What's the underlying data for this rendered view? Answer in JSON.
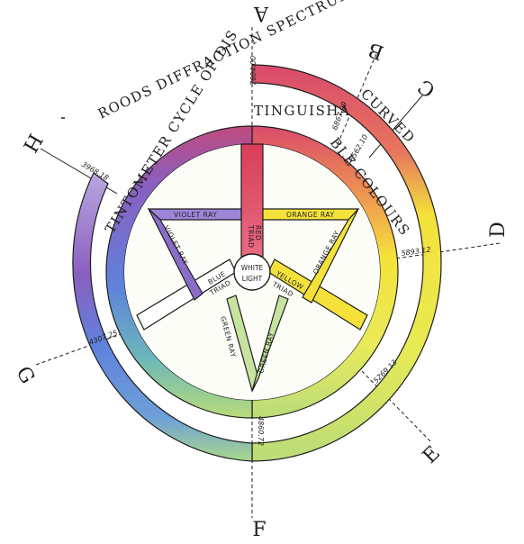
{
  "diagram": {
    "arc_title": "ROODS DIFFRACTION SPECTRUM",
    "arc_curved": "CURVED",
    "cycle_title_left": "TINTOMETER CYCLE OF DIS",
    "cycle_title_mid": "TINGUISHA",
    "cycle_title_right": "BLE COLOURS",
    "center_label_1": "WHITE",
    "center_label_2": "LIGHT",
    "rays": {
      "violet": "VIOLET RAY",
      "violet_diag": "VIOLET RAY",
      "orange": "ORANGE RAY",
      "orange_diag": "ORANGE RAY",
      "green_left": "GREEN RAY",
      "green_right": "GREEN RAY"
    },
    "triads": {
      "red_1": "RED",
      "red_2": "TRIAD",
      "blue_1": "BLUE",
      "blue_2": "TRIAD",
      "yellow_1": "YELLOW",
      "yellow_2": "TRIAD"
    },
    "letters": {
      "A": "A",
      "B": "B",
      "C": "C",
      "D": "D",
      "E": "E",
      "F": "F",
      "G": "G",
      "H": "H"
    },
    "wavelengths": {
      "A": "7604.00",
      "B": "6867.09",
      "C": "6562.10",
      "D": "5893.12",
      "E": "5269.13",
      "F": "4860.72",
      "G": "4307.25",
      "H": "3968.18"
    },
    "colors": {
      "red": "#d94a6c",
      "orange": "#f09a4f",
      "yellow": "#f4e23a",
      "green": "#b9dc7a",
      "blue": "#5f82dc",
      "violet": "#8a5fc0",
      "lavender": "#b8a8e0",
      "ink": "#1e1e1e"
    }
  }
}
